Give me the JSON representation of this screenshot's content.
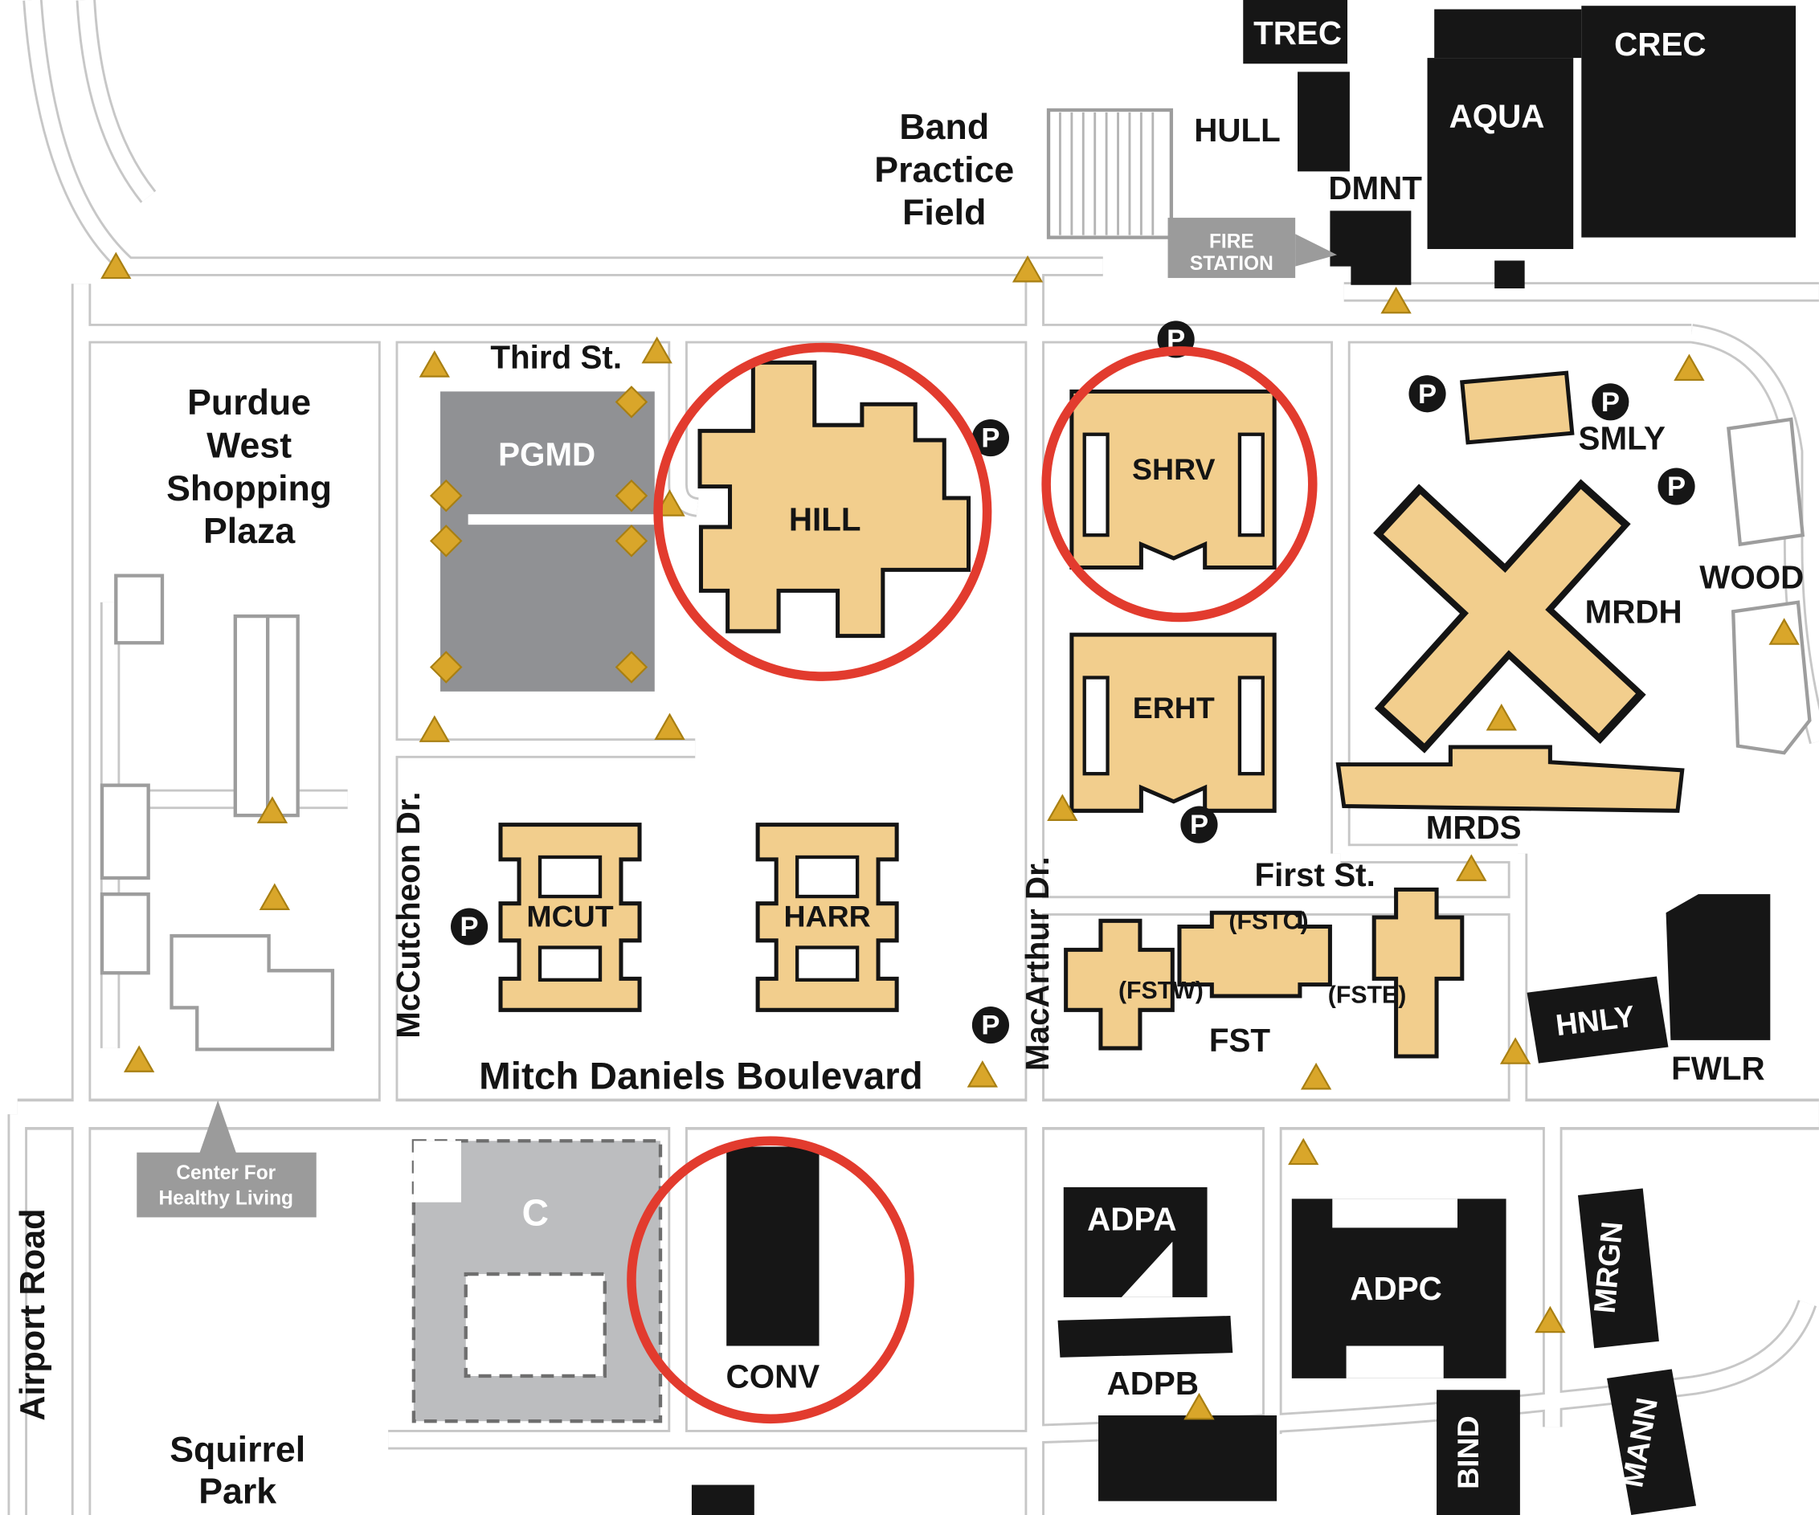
{
  "map": {
    "streets": {
      "third_st": "Third St.",
      "mccutcheon_dr": "McCutcheon Dr.",
      "macarthur_dr": "MacArthur Dr.",
      "mitch_daniels_blvd": "Mitch Daniels Boulevard",
      "first_st": "First St.",
      "airport_road": "Airport Road"
    },
    "places": {
      "band_practice_field": [
        "Band",
        "Practice",
        "Field"
      ],
      "purdue_west": [
        "Purdue",
        "West",
        "Shopping",
        "Plaza"
      ],
      "squirrel_park": [
        "Squirrel",
        "Park"
      ],
      "fire_station": [
        "FIRE",
        "STATION"
      ],
      "center_healthy_living": [
        "Center For",
        "Healthy Living"
      ]
    },
    "buildings": {
      "trec": "TREC",
      "crec": "CREC",
      "aqua": "AQUA",
      "hull": "HULL",
      "dmnt": "DMNT",
      "pgmd": "PGMD",
      "hill": "HILL",
      "shrv": "SHRV",
      "erht": "ERHT",
      "smly": "SMLY",
      "mrdh": "MRDH",
      "wood": "WOOD",
      "mrds": "MRDS",
      "mcut": "MCUT",
      "harr": "HARR",
      "fst": "FST",
      "fstc": "(FSTC)",
      "fstw": "(FSTW)",
      "fste": "(FSTE)",
      "hnly": "HNLY",
      "fwlr": "FWLR",
      "c_garage": "C",
      "conv": "CONV",
      "adpa": "ADPA",
      "adpb": "ADPB",
      "adpc": "ADPC",
      "mrgn": "MRGN",
      "mann": "MANN",
      "bind": "BIND"
    },
    "icons": {
      "parking": "P"
    },
    "colors": {
      "building_tan": "#F2CE8D",
      "building_black": "#161616",
      "building_gray_dark": "#909194",
      "building_gray_light": "#BCBDBF",
      "road_gray": "#C7C7C7",
      "highlight_red": "#E23B2E",
      "marker_gold": "#D9A62A",
      "callout_gray": "#9B9B9B"
    }
  }
}
